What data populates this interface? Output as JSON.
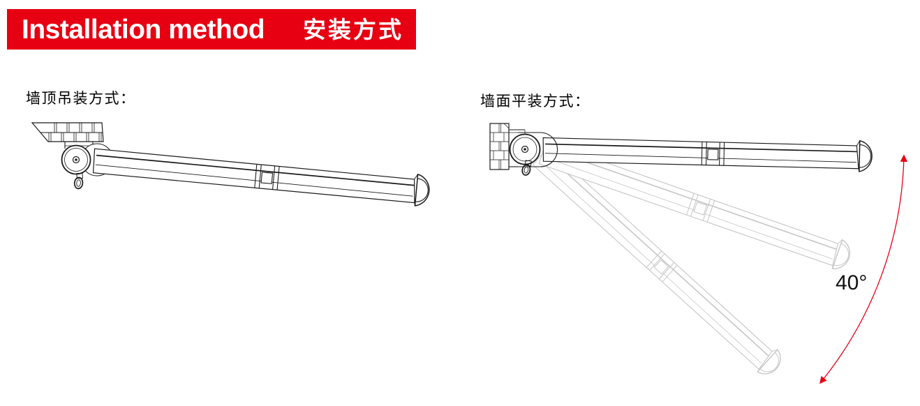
{
  "header": {
    "title_en": "Installation method",
    "title_zh": "安装方式"
  },
  "sections": {
    "ceiling": {
      "label": "墙顶吊装方式："
    },
    "wall": {
      "label": "墙面平装方式：",
      "angle_label": "40°"
    }
  },
  "colors": {
    "accent_red": "#e60012",
    "line_black": "#1a1a1a",
    "ghost_gray": "#c7c7c7",
    "background": "#ffffff"
  }
}
